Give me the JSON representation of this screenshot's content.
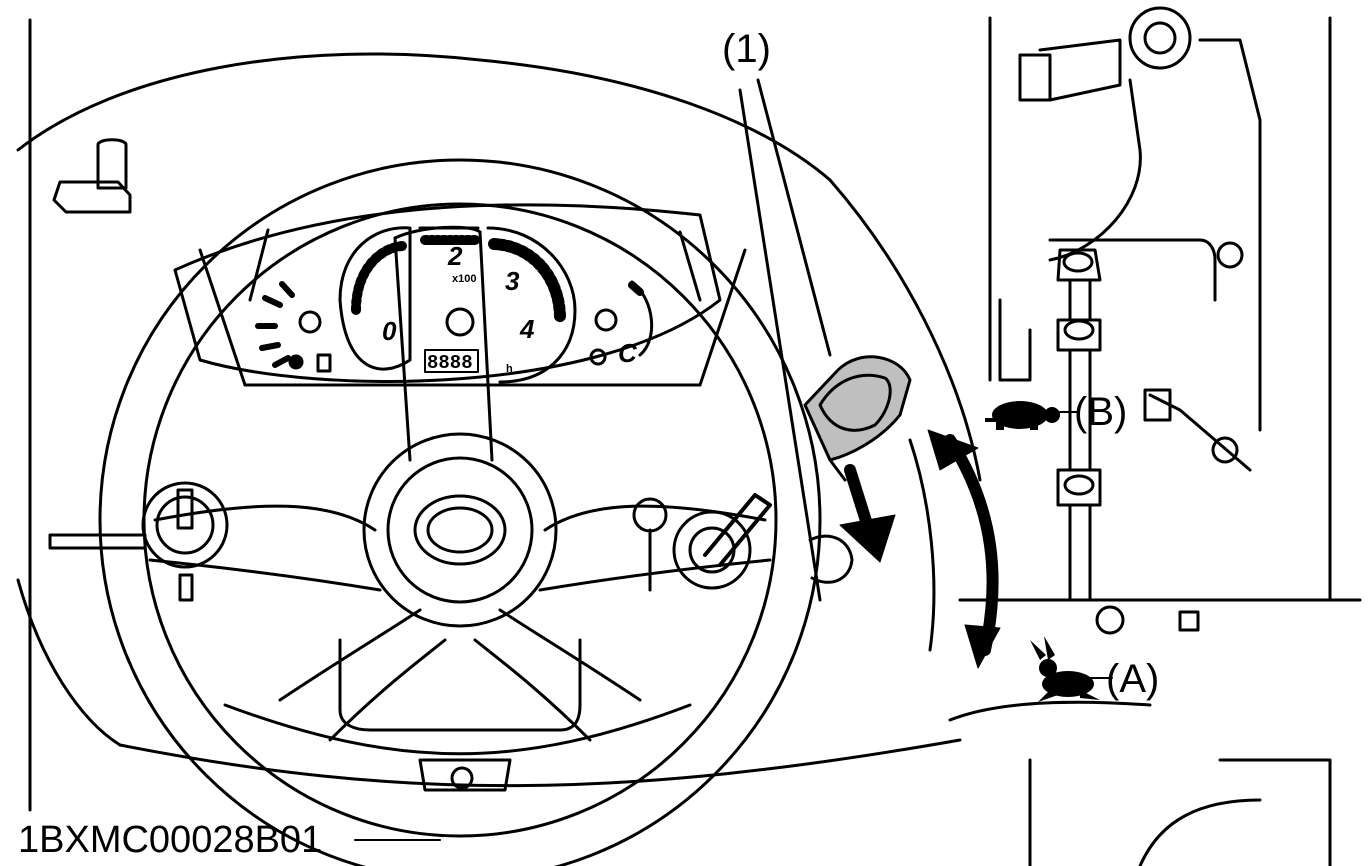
{
  "labels": {
    "callout_1": "(1)",
    "callout_a": "(A)",
    "callout_b": "(B)",
    "figure_code": "1BXMC00028B01"
  },
  "gauge": {
    "tach_numbers": [
      "0",
      "2",
      "3",
      "4"
    ],
    "tach_unit": "x100",
    "odometer": "8888",
    "hour_unit": "h",
    "temp_mark": "C"
  },
  "icons": {
    "slow_speed": "turtle-icon",
    "fast_speed": "rabbit-icon"
  },
  "colors": {
    "line": "#000000",
    "lever_fill": "#bfbfbf",
    "background": "#ffffff"
  }
}
